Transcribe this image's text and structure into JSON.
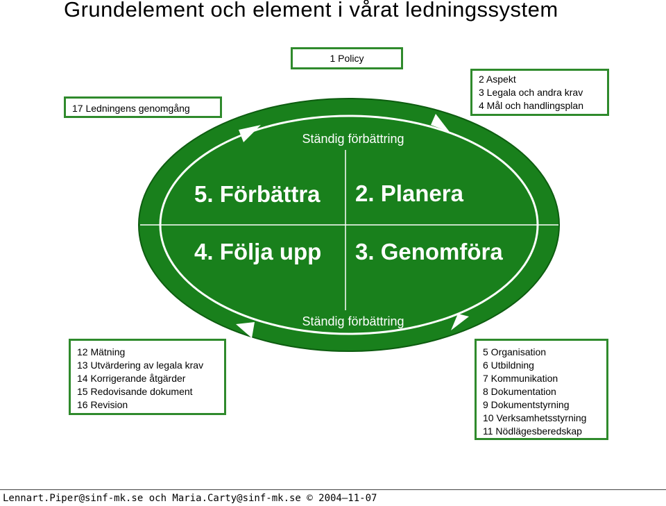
{
  "title": "Grundelement och element i vårat ledningssystem",
  "cycle": {
    "continuous_top": "Ständig förbättring",
    "continuous_bottom": "Ständig förbättring",
    "quadrants": {
      "top_left": "5. Förbättra",
      "top_right": "2. Planera",
      "bottom_left": "4. Följa upp",
      "bottom_right": "3. Genomföra"
    }
  },
  "boxes": {
    "policy": [
      "1 Policy"
    ],
    "plan": [
      "2 Aspekt",
      "3 Legala och andra krav",
      "4 Mål och handlingsplan"
    ],
    "review": [
      "17 Ledningens genomgång"
    ],
    "follow_up": [
      "12 Mätning",
      "13 Utvärdering av legala krav",
      "14 Korrigerande åtgärder",
      "15 Redovisande dokument",
      "16 Revision"
    ],
    "implement": [
      "5 Organisation",
      "6 Utbildning",
      "7 Kommunikation",
      "8 Dokumentation",
      "9 Dokumentstyrning",
      "10 Verksamhetsstyrning",
      "11 Nödlägesberedskap"
    ]
  },
  "footer": "Lennart.Piper@sinf-mk.se och Maria.Carty@sinf-mk.se © 2004–11-07",
  "colors": {
    "ellipse_fill": "#19801c",
    "box_border": "#2f8a2c",
    "ring": "#ffffff"
  }
}
